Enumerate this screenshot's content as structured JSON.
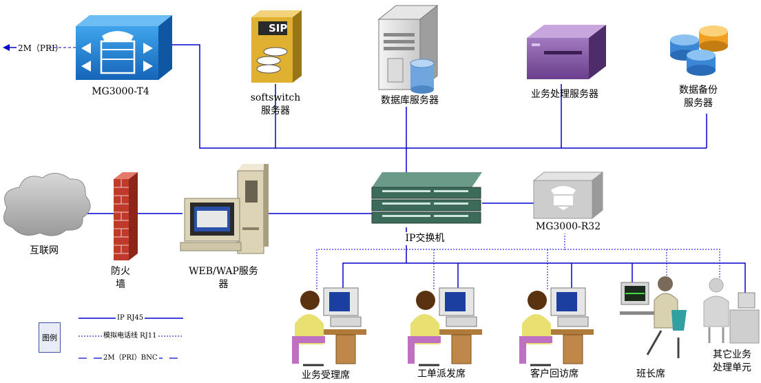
{
  "pri_link": "2M（PRI）",
  "devices": {
    "mg3000_t4": "MG3000-T4",
    "softswitch_line1": "softswitch",
    "softswitch_line2": "服务器",
    "sip_badge": "SIP",
    "db_server": "数据库服务器",
    "business_server": "业务处理服务器",
    "backup_line1": "数据备份",
    "backup_line2": "服务器",
    "internet": "互联网",
    "firewall_line1": "防火",
    "firewall_line2": "墙",
    "web_line1": "WEB/WAP服务",
    "web_line2": "器",
    "ip_switch": "IP交换机",
    "mg3000_r32": "MG3000-R32"
  },
  "seats": {
    "acceptance": "业务受理席",
    "dispatch": "工单派发席",
    "callback": "客户回访席",
    "supervisor": "班长席",
    "other_line1": "其它业务",
    "other_line2": "处理单元"
  },
  "legend": {
    "title": "图例",
    "ip_rj45": "IP  RJ45",
    "analog_rj11": "模拟电话线 RJ11",
    "pri_bnc": "2M（PRI）BNC"
  },
  "colors": {
    "link_blue": "#0000cc",
    "gateway_blue": "#1f7fd0",
    "firewall_red": "#c0392b",
    "sip_gold": "#e0b030",
    "backup_orange": "#f0a020",
    "business_purple": "#8a5aa8",
    "switch_green": "#3d6b5a"
  }
}
